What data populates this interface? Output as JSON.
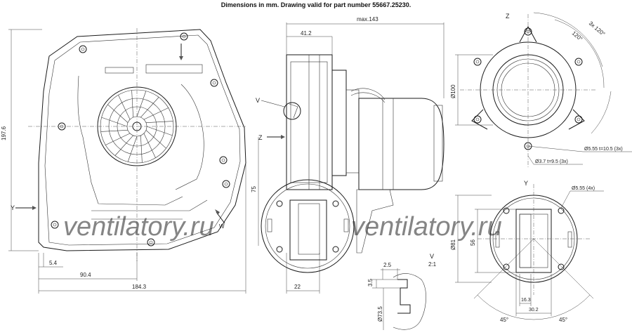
{
  "header": "Dimensions in mm. Drawing valid for part number 55667.25230.",
  "watermark": [
    "ventilatory.ru",
    "ventilatory.ru"
  ],
  "views": {
    "z": "Z",
    "y": "Y",
    "v": "V",
    "v_scale": "2:1"
  },
  "arrows": {
    "y_arrow": "Y",
    "z_arrow": "Z",
    "v_arrow": "V",
    "w_arrow": "W"
  },
  "dims": {
    "height": "197.6",
    "d1": "5.4",
    "d2": "90.4",
    "d3": "184.3",
    "max": "max.143",
    "w412": "41.2",
    "h75": "75",
    "w22": "22",
    "d100": "Ø100",
    "d555a": "Ø5.55 t=10.5 (3x)",
    "d37": "Ø3.7 t=9.5 (3x)",
    "ang120": "120°",
    "ang3x120": "3x 120°",
    "d555b": "Ø5.55 (4x)",
    "d81": "Ø81",
    "h56": "56",
    "w163": "16.3",
    "w302": "30.2",
    "ang45a": "45°",
    "ang45b": "45°",
    "w25": "2.5",
    "h35": "3.5",
    "d735": "Ø73.5"
  }
}
